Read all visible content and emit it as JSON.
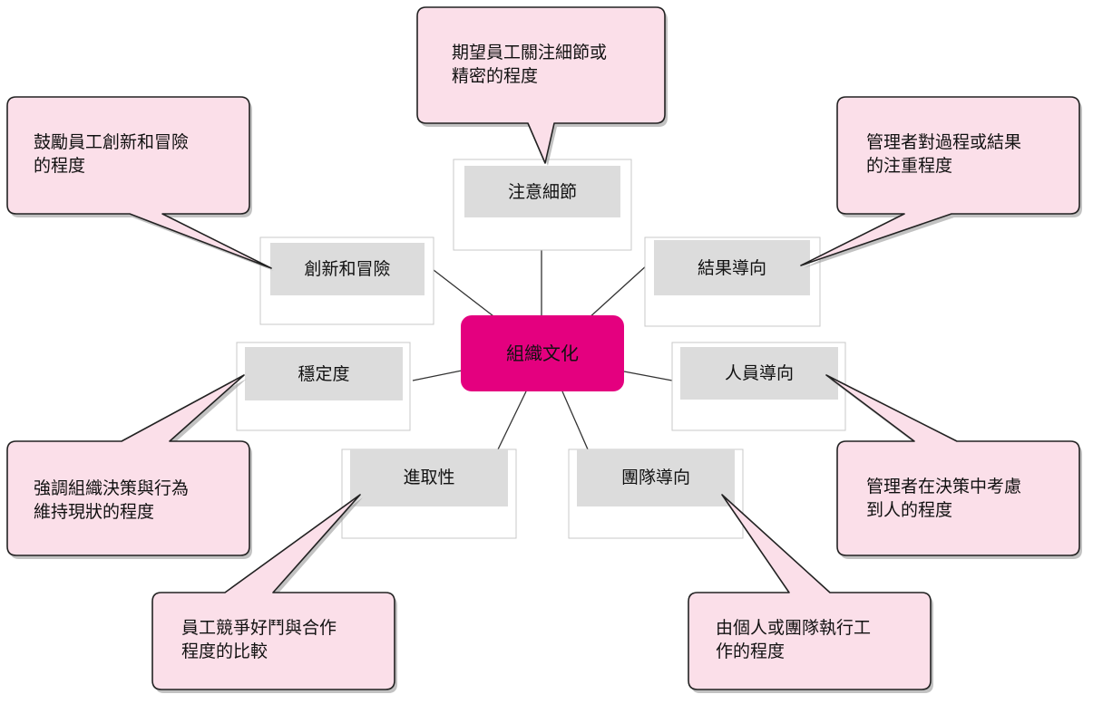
{
  "colors": {
    "center_fill": "#e4007f",
    "callout_fill": "#fbdfe9",
    "callout_stroke": "#222222",
    "dimension_fill": "#dcdcdc",
    "frame_stroke": "#c8c8c8",
    "line_color": "#333333"
  },
  "center": {
    "label": "組織文化"
  },
  "dimensions": [
    {
      "id": "detail",
      "label": "注意細節",
      "description": [
        "期望員工關注細節或",
        "精密的程度"
      ]
    },
    {
      "id": "innovation",
      "label": "創新和冒險",
      "description": [
        "鼓勵員工創新和冒險",
        "的程度"
      ]
    },
    {
      "id": "outcome",
      "label": "結果導向",
      "description": [
        "管理者對過程或結果",
        "的注重程度"
      ]
    },
    {
      "id": "stability",
      "label": "穩定度",
      "description": [
        "強調組織決策與行為",
        "維持現狀的程度"
      ]
    },
    {
      "id": "people",
      "label": "人員導向",
      "description": [
        "管理者在決策中考慮",
        "到人的程度"
      ]
    },
    {
      "id": "aggressiveness",
      "label": "進取性",
      "description": [
        "員工競爭好鬥與合作",
        "程度的比較"
      ]
    },
    {
      "id": "team",
      "label": "團隊導向",
      "description": [
        "由個人或團隊執行工",
        "作的程度"
      ]
    }
  ]
}
